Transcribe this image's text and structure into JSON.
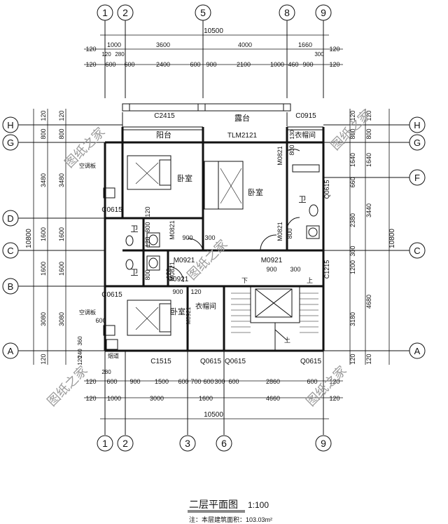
{
  "axes_top": [
    "1",
    "2",
    "5",
    "8",
    "9"
  ],
  "axes_bottom": [
    "1",
    "2",
    "3",
    "6",
    "9"
  ],
  "axes_left": [
    "H",
    "G",
    "D",
    "C",
    "B",
    "A"
  ],
  "axes_right": [
    "H",
    "G",
    "F",
    "C",
    "A"
  ],
  "dims_top": {
    "total": "10500",
    "row1": [
      "120",
      "1000",
      "3600",
      "4000",
      "1660",
      "120"
    ],
    "row1_sub": [
      "120",
      "280",
      "300"
    ],
    "row2": [
      "120",
      "600",
      "600",
      "2400",
      "600",
      "900",
      "2100",
      "1000",
      "460",
      "900",
      "120"
    ]
  },
  "dims_bottom": {
    "total": "10500",
    "row1": [
      "120",
      "280",
      "600",
      "900",
      "1500",
      "600",
      "700",
      "600",
      "300",
      "600",
      "2860",
      "600",
      "120"
    ],
    "row2": [
      "120",
      "1000",
      "3000",
      "1600",
      "4660",
      "120"
    ]
  },
  "dims_left": {
    "total": "10800",
    "outer": [
      "120",
      "800",
      "3480",
      "1600",
      "1600",
      "3080",
      "120"
    ],
    "inner": [
      "120",
      "800",
      "3480",
      "1600",
      "1600",
      "3080",
      "360",
      "240",
      "120"
    ]
  },
  "dims_right": {
    "total": "10800",
    "inner": [
      "120",
      "800",
      "1640",
      "660",
      "2380",
      "300",
      "1200",
      "3180",
      "120"
    ],
    "outer": [
      "120",
      "800",
      "1640",
      "3440",
      "4680",
      "120"
    ]
  },
  "rooms": {
    "terrace": "露台",
    "balcony": "阳台",
    "bedroom_1": "卧室",
    "bedroom_2": "卧室",
    "bedroom_3": "卧室",
    "wardrobe_1": "衣帽间",
    "wardrobe_2": "衣帽间",
    "bath_1": "卫",
    "bath_2": "卫",
    "bath_3": "卫",
    "ac_board_1": "空调板",
    "ac_board_2": "空调板",
    "vent": "烟道",
    "stair_down": "下",
    "stair_up": "上",
    "stair_up2": "上"
  },
  "openings": [
    "C2415",
    "C0915",
    "TLM2121",
    "C0615",
    "C0615",
    "M0821",
    "M0821",
    "M0821",
    "M0821",
    "M0921",
    "M0921",
    "M0921",
    "M0921",
    "C1215",
    "C1515",
    "Q0615",
    "Q0615",
    "Q0615",
    "Q0615"
  ],
  "inner_dims": [
    "120",
    "800",
    "120",
    "900",
    "300",
    "800",
    "900",
    "300",
    "800",
    "900",
    "120",
    "130",
    "600",
    "800",
    "120"
  ],
  "watermark": "图纸之家",
  "title": "二层平面图",
  "scale": "1:100",
  "note": "注：本层建筑面积：103.03m²"
}
